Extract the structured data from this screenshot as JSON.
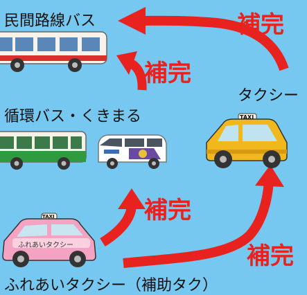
{
  "colors": {
    "background": "#77c8f0",
    "arrow": "#e8231f"
  },
  "labels": {
    "private_bus": "民間路線バス",
    "taxi": "タクシー",
    "loop_bus": "循環バス・くきまる",
    "fureai_taxi": "ふれあいタクシー（補助タク）",
    "supplement": "補完"
  },
  "vehicles": {
    "taxi_sign": "TAXI",
    "fureai_car_text": "ふれあいタクシー",
    "fureai_sign": "TAXI"
  }
}
